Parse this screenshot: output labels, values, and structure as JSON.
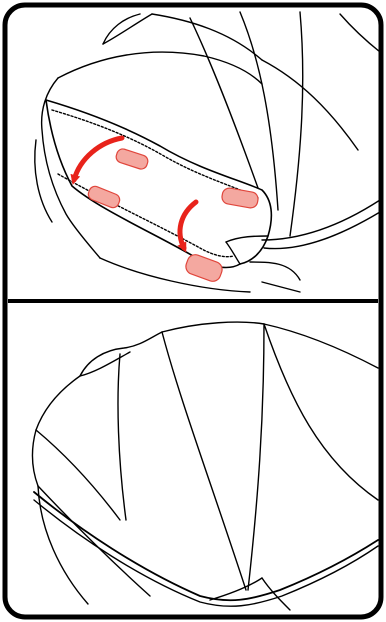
{
  "figure": {
    "panels": [
      {
        "role": "step-before",
        "icon": "fold-down-arrows",
        "markers": 4
      },
      {
        "role": "step-after",
        "icon": "canopy-folded-result"
      }
    ],
    "colors": {
      "frame": "#000000",
      "background": "#ffffff",
      "arrow": "#e8231b",
      "marker_fill": "#f4a8a0",
      "marker_stroke": "#e0463c",
      "line_art": "#000000"
    }
  }
}
